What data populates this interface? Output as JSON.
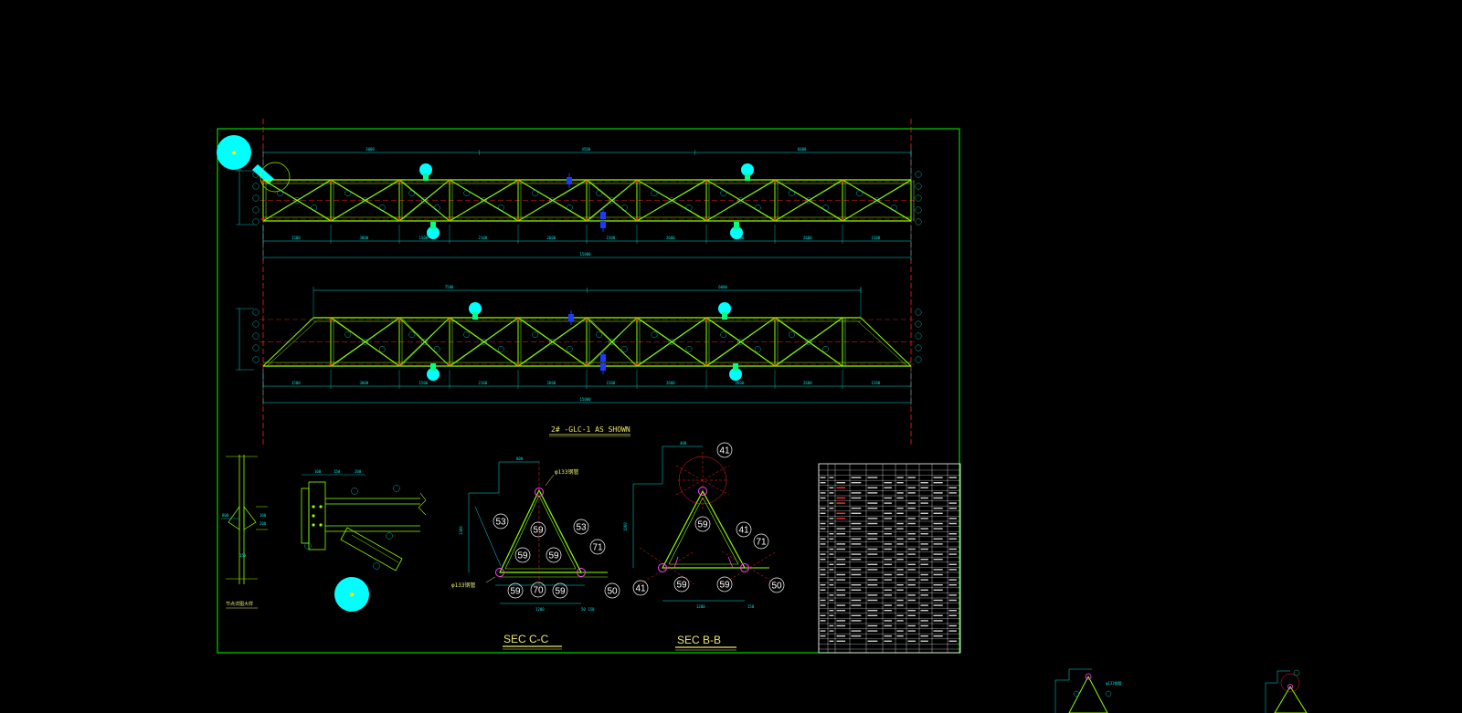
{
  "drawing": {
    "main_title": "2# -GLC-1  AS SHOWN",
    "section_cc_title": "SEC C-C",
    "section_bb_title": "SEC B-B",
    "detail_note": "节点详图大样"
  },
  "section_cc": {
    "pipe_label_top": "φ133钢管",
    "pipe_label_bottom": "φ133钢管",
    "bubbles": [
      "53",
      "53",
      "59",
      "59",
      "59",
      "59",
      "59",
      "70",
      "71",
      "50"
    ]
  },
  "section_bb": {
    "bubbles": [
      "41",
      "59",
      "41",
      "71",
      "41",
      "59",
      "59",
      "50"
    ]
  },
  "truss_upper": {
    "dims_top": [
      "3000",
      "4500",
      "6000"
    ],
    "dims_bottom": [
      "1500",
      "3000",
      "1500",
      "2100",
      "2600",
      "1500",
      "2600",
      "2600",
      "2600",
      "1500"
    ],
    "overall": "15000"
  },
  "truss_lower": {
    "dims_top": [
      "7500",
      "6000"
    ],
    "dims_bottom": [
      "1500",
      "3000",
      "1500",
      "2100",
      "2600",
      "1500",
      "2600",
      "2600",
      "2600",
      "1500"
    ],
    "overall": "15000"
  },
  "colors": {
    "frame": "#00ff00",
    "member": "#8cff00",
    "centerline": "#ff2020",
    "dimension": "#00e0e0",
    "highlight_cyan": "#00ffff",
    "marker_blue": "#1a3cff"
  }
}
